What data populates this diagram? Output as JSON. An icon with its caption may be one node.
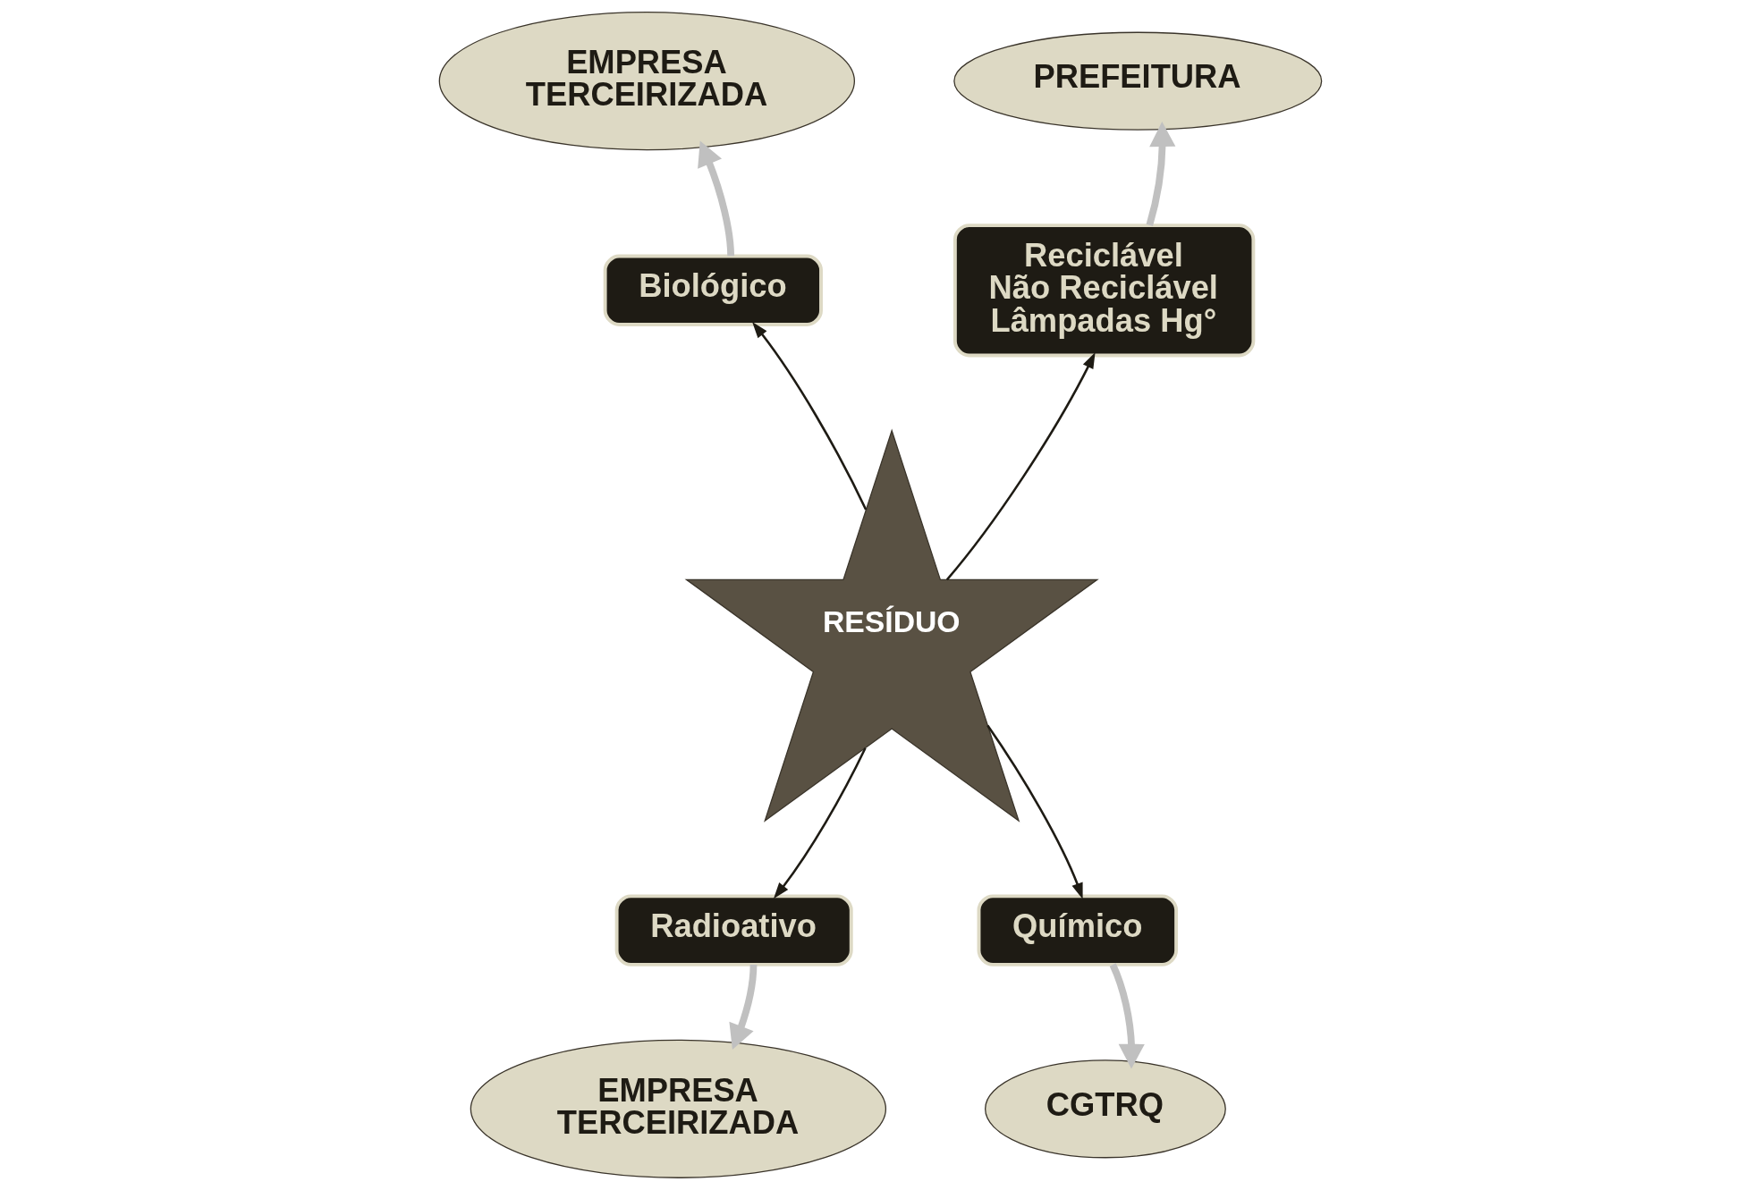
{
  "diagram": {
    "nodes": [
      {
        "text": [
          "RESÍDUO"
        ]
      },
      {
        "text": [
          "Biológico"
        ]
      },
      {
        "text": [
          "Reciclável",
          "Não Reciclável",
          "Lâmpadas Hg°"
        ]
      },
      {
        "text": [
          "Radioativo"
        ]
      },
      {
        "text": [
          "Químico"
        ]
      },
      {
        "text": [
          "EMPRESA TERCEIRIZADA"
        ]
      },
      {
        "text": [
          "PREFEITURA"
        ]
      },
      {
        "text": [
          "EMPRESA TERCEIRIZADA"
        ]
      },
      {
        "text": [
          "CGTRQ"
        ]
      }
    ],
    "edges": [
      {
        "from": 0,
        "to": 1,
        "arrow": "to"
      },
      {
        "from": 0,
        "to": 2,
        "arrow": "to"
      },
      {
        "from": 0,
        "to": 3,
        "arrow": "to"
      },
      {
        "from": 0,
        "to": 4,
        "arrow": "to"
      },
      {
        "from": 1,
        "to": 5,
        "arrow": "to",
        "style": "thick",
        "color": "#c0c0c0"
      },
      {
        "from": 2,
        "to": 6,
        "arrow": "to",
        "style": "thick",
        "color": "#c0c0c0"
      },
      {
        "from": 3,
        "to": 7,
        "arrow": "to",
        "style": "thick",
        "color": "#c0c0c0"
      },
      {
        "from": 4,
        "to": 8,
        "arrow": "to",
        "style": "thick",
        "color": "#c0c0c0"
      }
    ]
  }
}
